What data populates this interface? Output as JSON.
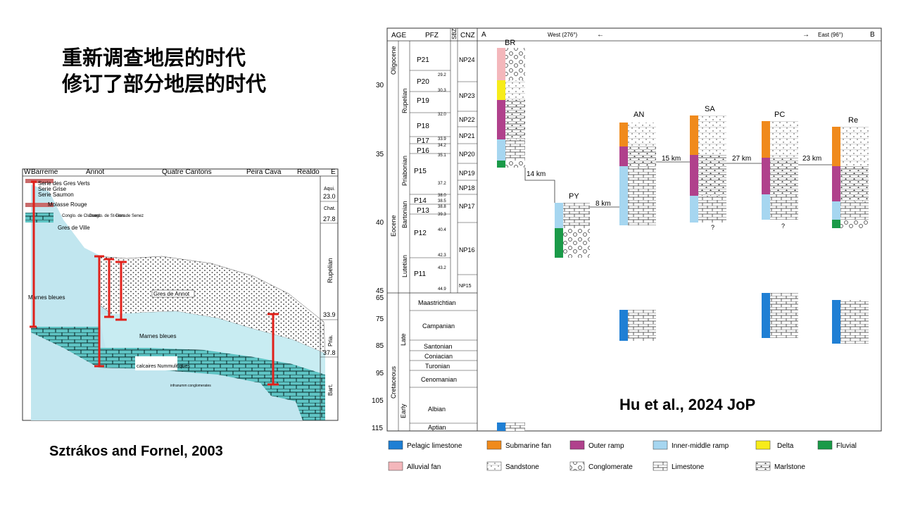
{
  "slide": {
    "title_lines": [
      "重新调查地层的时代",
      "修订了部分地层的时代"
    ],
    "citation_left": "Sztrákos and Fornel, 2003",
    "citation_right": "Hu et al., 2024 JoP"
  },
  "left_figure": {
    "corner_west": "W",
    "corner_east": "E",
    "localities": [
      "Barreme",
      "Annot",
      "Quatre Cantons",
      "Peira Cava",
      "Realdo"
    ],
    "units": {
      "serie_gres_verts": "Serie des Gres Verts",
      "serie_grise": "Serie Grise",
      "serie_saumon": "Serie Saumon",
      "molasse_rouge": "Molasse Rouge",
      "conglo_clumanc": "Conglo. de Clumanc",
      "conglo_st_lions": "Conglo. de St-Lions",
      "gres_senez": "Gres de Senez",
      "gres_de_ville": "Gres de Ville",
      "marnes_bleues_1": "Marnes bleues",
      "gres_de_annot": "Gres de Annot",
      "marnes_bleues_2": "Marnes bleues",
      "calcaires": "calcaires Nummulitiques",
      "infranumm": "infranumm conglomerates"
    },
    "age_ticks": [
      "23.0",
      "27.8",
      "33.9",
      "37.8"
    ],
    "age_labels": [
      "Aqui.",
      "Chat.",
      "Rupelian",
      "Pria.",
      "Bart."
    ]
  },
  "right_figure": {
    "header": {
      "age": "AGE",
      "pfz": "PFZ",
      "sbz": "SBZ",
      "cnz": "CNZ",
      "a": "A",
      "b": "B",
      "west": "West (276°)",
      "east": "East (96°)"
    },
    "age_ticks": [
      "30",
      "35",
      "40",
      "45",
      "65",
      "75",
      "85",
      "95",
      "105",
      "115"
    ],
    "epochs": [
      "Oligocene",
      "Eocene",
      "Cretaceous"
    ],
    "stages_paleogene": [
      "Rupelian",
      "Priabonian",
      "Bartonian",
      "Lutetian"
    ],
    "stages_cretaceous": [
      "Maastrichtian",
      "Campanian",
      "Santonian",
      "Coniacian",
      "Turonian",
      "Cenomanian",
      "Albian",
      "Aptian"
    ],
    "cretaceous_subepochs": [
      "Late",
      "Early"
    ],
    "pfz_zones": [
      "P21",
      "P20",
      "P19",
      "P18",
      "P17",
      "P16",
      "P15",
      "P14",
      "P13",
      "P12",
      "P11"
    ],
    "pfz_ages": [
      "29.2",
      "30.3",
      "32.0",
      "33.9",
      "34.2",
      "35.1",
      "37.2",
      "38.0",
      "38.5",
      "38.8",
      "39.3",
      "40.4",
      "42.3",
      "43.2",
      "44.9"
    ],
    "cnz_zones": [
      "NP24",
      "NP23",
      "NP22",
      "NP21",
      "NP20",
      "NP19",
      "NP18",
      "NP17",
      "NP16",
      "NP15"
    ],
    "sections": [
      "BR",
      "PY",
      "AN",
      "SA",
      "PC",
      "Re"
    ],
    "distances": [
      "14 km",
      "8 km",
      "15 km",
      "27 km",
      "23 km"
    ],
    "unknown_mark": "?",
    "legend": [
      {
        "label": "Pelagic limestone",
        "color": "#1f7fd4"
      },
      {
        "label": "Submarine fan",
        "color": "#f08a1c"
      },
      {
        "label": "Outer ramp",
        "color": "#b0418c"
      },
      {
        "label": "Inner-middle ramp",
        "color": "#a6d6f0"
      },
      {
        "label": "Delta",
        "color": "#f7ec1a"
      },
      {
        "label": "Fluvial",
        "color": "#1a9a48"
      },
      {
        "label": "Alluvial fan",
        "color": "#f4b7bb"
      },
      {
        "label": "Sandstone",
        "color": ""
      },
      {
        "label": "Conglomerate",
        "color": ""
      },
      {
        "label": "Limestone",
        "color": ""
      },
      {
        "label": "Marlstone",
        "color": ""
      }
    ]
  }
}
